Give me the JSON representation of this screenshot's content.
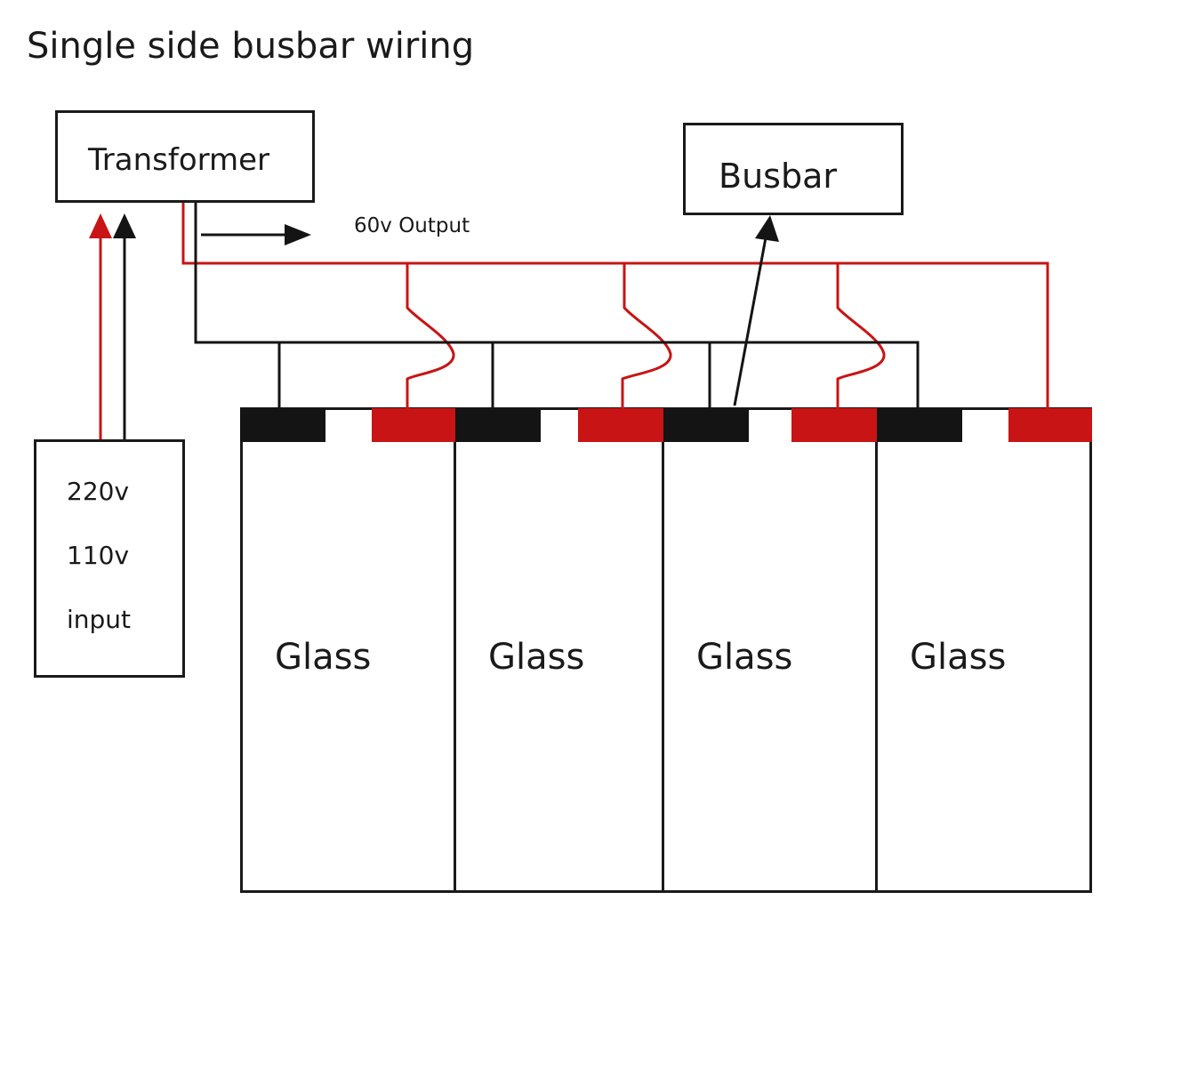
{
  "title": "Single side busbar wiring",
  "transformer": {
    "label": "Transformer"
  },
  "busbar": {
    "label": "Busbar"
  },
  "output_label": "60v Output",
  "input": {
    "line1": "220v",
    "line2": "110v",
    "line3": "input"
  },
  "panels": [
    {
      "label": "Glass"
    },
    {
      "label": "Glass"
    },
    {
      "label": "Glass"
    },
    {
      "label": "Glass"
    }
  ],
  "colors": {
    "positive": "#c81414",
    "negative": "#141414"
  }
}
